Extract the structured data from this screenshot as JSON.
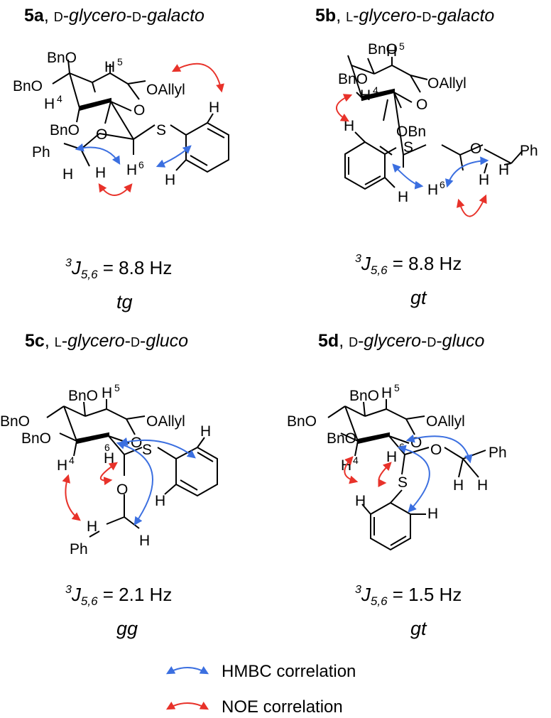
{
  "panels": [
    {
      "id": "5a",
      "compound": "5a",
      "sep": ", ",
      "p1": "D",
      "dash1": "-",
      "g1": "glycero",
      "dash2": "-",
      "p2": "D",
      "dash3": "-",
      "g2": "galacto",
      "j_sup": "3",
      "j_J": "J",
      "j_sub": "5,6",
      "j_value": " = 8.8 Hz",
      "conformation": "tg"
    },
    {
      "id": "5b",
      "compound": "5b",
      "sep": ", ",
      "p1": "L",
      "dash1": "-",
      "g1": "glycero",
      "dash2": "-",
      "p2": "D",
      "dash3": "-",
      "g2": "galacto",
      "j_sup": "3",
      "j_J": "J",
      "j_sub": "5,6",
      "j_value": " = 8.8 Hz",
      "conformation": "gt"
    },
    {
      "id": "5c",
      "compound": "5c",
      "sep": ", ",
      "p1": "L",
      "dash1": "-",
      "g1": "glycero",
      "dash2": "-",
      "p2": "D",
      "dash3": "-",
      "g2": "gluco",
      "j_sup": "3",
      "j_J": "J",
      "j_sub": "5,6",
      "j_value": " = 2.1 Hz",
      "conformation": "gg"
    },
    {
      "id": "5d",
      "compound": "5d",
      "sep": ", ",
      "p1": "D",
      "dash1": "-",
      "g1": "glycero",
      "dash2": "-",
      "p2": "D",
      "dash3": "-",
      "g2": "gluco",
      "j_sup": "3",
      "j_J": "J",
      "j_sub": "5,6",
      "j_value": " = 1.5 Hz",
      "conformation": "gt"
    }
  ],
  "atoms": {
    "bno": "BnO",
    "oallyl": "OAllyl",
    "obn": "OBn",
    "o": "O",
    "s": "S",
    "h": "H",
    "ph": "Ph",
    "h4": "4",
    "h5": "5",
    "h6": "6"
  },
  "legend": {
    "hmbc": "HMBC correlation",
    "noe": "NOE correlation",
    "hmbc_color": "#3b6fe0",
    "noe_color": "#e8322a"
  }
}
